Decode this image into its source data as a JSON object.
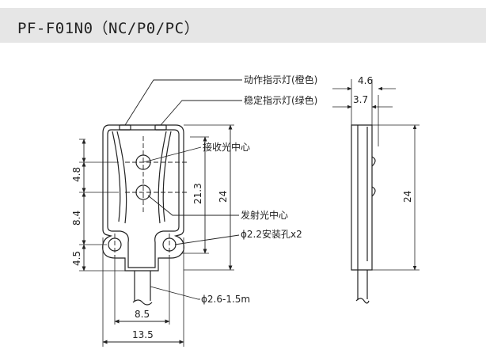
{
  "title": "PF-F01N0（NC/P0/PC）",
  "labels": {
    "action_indicator": "动作指示灯(橙色)",
    "stable_indicator": "稳定指示灯(绿色)",
    "receiver": "接收光中心",
    "emitter": "发射光中心",
    "mount_hole": "ϕ2.2安装孔x2",
    "cable": "ϕ2.6-1.5m"
  },
  "dimensions": {
    "d46": "4.6",
    "d37": "3.7",
    "d48": "4.8",
    "d84": "8.4",
    "d45": "4.5",
    "d213": "21.3",
    "d24_front": "24",
    "d24_side": "24",
    "d85": "8.5",
    "d135": "13.5"
  },
  "colors": {
    "line": "#222222",
    "title_bg": "#e6e6e6"
  }
}
